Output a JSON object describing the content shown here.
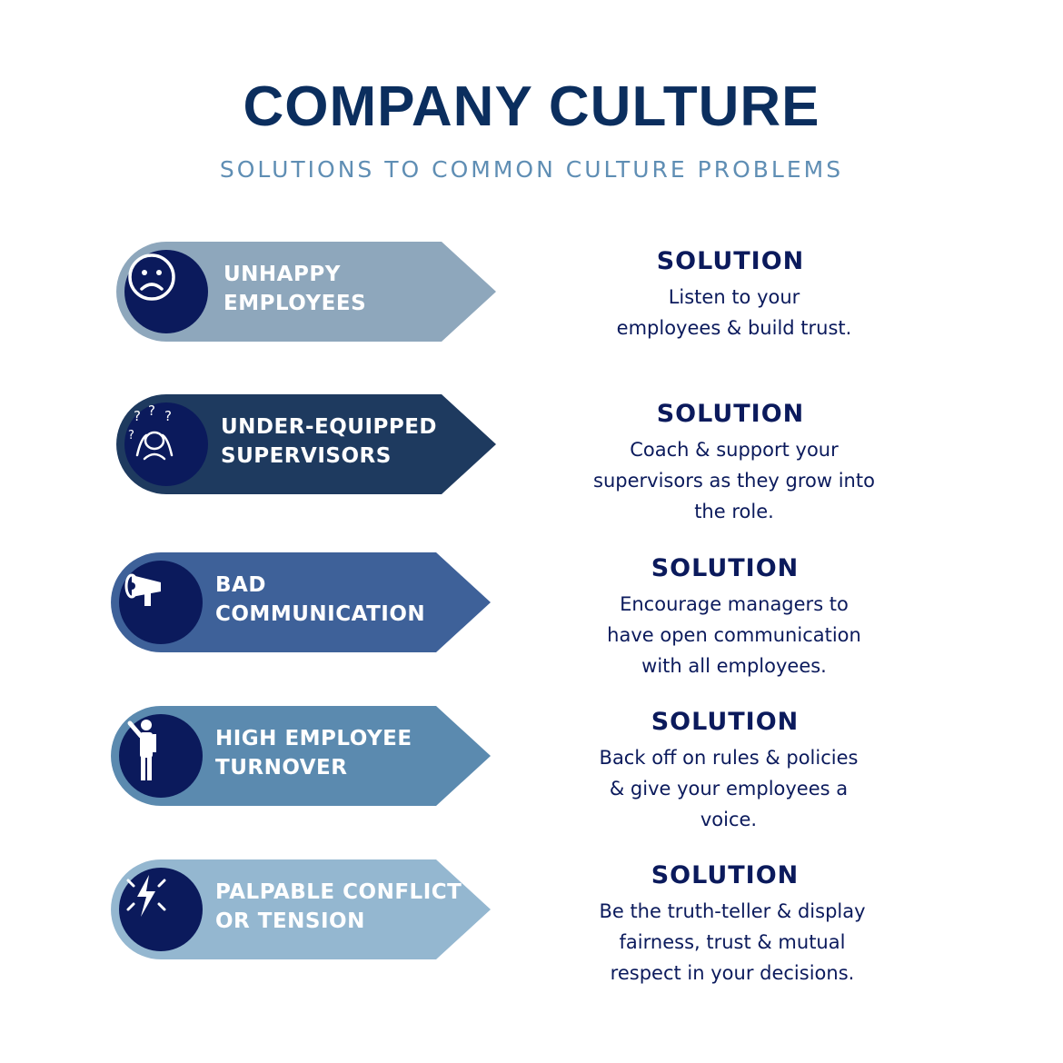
{
  "header": {
    "title": "COMPANY CULTURE",
    "subtitle": "SOLUTIONS TO COMMON CULTURE PROBLEMS"
  },
  "colors": {
    "title": "#0b2e5e",
    "subtitle": "#5f8eb4",
    "icon_circle": "#0b1a5c",
    "solution_text": "#0b1a5c"
  },
  "items": [
    {
      "problem_line1": "UNHAPPY",
      "problem_line2": "EMPLOYEES",
      "icon": "sad-face-icon",
      "arrow_color": "#8ea7bc",
      "solution_heading": "SOLUTION",
      "solution_line1": "Listen to your",
      "solution_line2": "employees & build trust.",
      "solution_line3": ""
    },
    {
      "problem_line1": "UNDER-EQUIPPED",
      "problem_line2": "SUPERVISORS",
      "icon": "confused-person-icon",
      "arrow_color": "#1e3a5f",
      "solution_heading": "SOLUTION",
      "solution_line1": "Coach & support your",
      "solution_line2": "supervisors as they grow into",
      "solution_line3": "the role."
    },
    {
      "problem_line1": "BAD",
      "problem_line2": "COMMUNICATION",
      "icon": "megaphone-icon",
      "arrow_color": "#3e6199",
      "solution_heading": "SOLUTION",
      "solution_line1": "Encourage managers to",
      "solution_line2": "have open communication",
      "solution_line3": "with all employees."
    },
    {
      "problem_line1": "HIGH EMPLOYEE",
      "problem_line2": "TURNOVER",
      "icon": "waving-person-icon",
      "arrow_color": "#5b8aaf",
      "solution_heading": "SOLUTION",
      "solution_line1": "Back off on rules & policies",
      "solution_line2": "& give your employees a",
      "solution_line3": "voice."
    },
    {
      "problem_line1": "PALPABLE CONFLICT",
      "problem_line2": "OR TENSION",
      "icon": "lightning-bolt-icon",
      "arrow_color": "#94b7d0",
      "solution_heading": "SOLUTION",
      "solution_line1": "Be the truth-teller & display",
      "solution_line2": "fairness, trust & mutual",
      "solution_line3": "respect in your decisions."
    }
  ]
}
